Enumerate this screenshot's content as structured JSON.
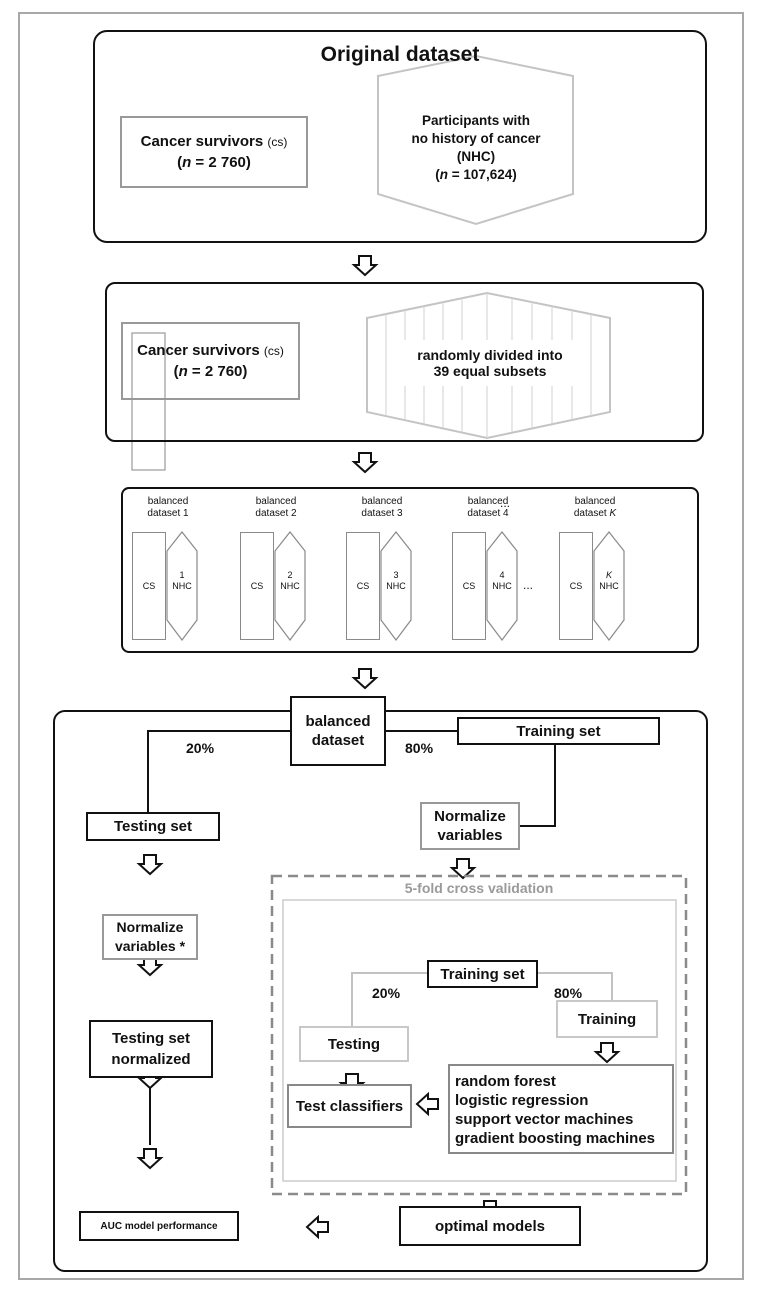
{
  "section1": {
    "title": "Original dataset",
    "cs_line1": "Cancer survivors",
    "cs_abbr": "(cs)",
    "cs_n_prefix": "(",
    "cs_n_var": "n",
    "cs_n_value": " = 2 760)",
    "nhc_line1": "Participants with",
    "nhc_line2": "no history of cancer",
    "nhc_line3": "(NHC)",
    "nhc_n_prefix": "(",
    "nhc_n_var": "n",
    "nhc_n_value": " = 107,624)"
  },
  "section2": {
    "cs_line1": "Cancer survivors",
    "cs_abbr": "(cs)",
    "cs_n_prefix": "(",
    "cs_n_var": "n",
    "cs_n_value": " = 2 760)",
    "subsets_line1": "randomly divided into",
    "subsets_line2": "39 equal subsets"
  },
  "section3": {
    "datasets": [
      {
        "label1": "balanced",
        "label2": "dataset 1",
        "cs": "CS",
        "idx": "1",
        "nhc": "NHC"
      },
      {
        "label1": "balanced",
        "label2": "dataset 2",
        "cs": "CS",
        "idx": "2",
        "nhc": "NHC"
      },
      {
        "label1": "balanced",
        "label2": "dataset 3",
        "cs": "CS",
        "idx": "3",
        "nhc": "NHC"
      },
      {
        "label1": "balanced",
        "label2": "dataset 4",
        "cs": "CS",
        "idx": "4",
        "nhc": "NHC"
      },
      {
        "label1": "balanced",
        "label2": "dataset",
        "label2_var": "K",
        "cs": "CS",
        "idx": "K",
        "nhc": "NHC"
      }
    ],
    "ellipsis": "..."
  },
  "section4": {
    "balanced_line1": "balanced",
    "balanced_line2": "dataset",
    "pct_20": "20%",
    "pct_80": "80%",
    "training_set": "Training set",
    "testing_set": "Testing set",
    "normalize_line1": "Normalize",
    "normalize_line2": "variables",
    "normalize_star_line1": "Normalize",
    "normalize_star_line2": "variables *",
    "testing_norm_line1": "Testing set",
    "testing_norm_line2": "normalized",
    "auc": "AUC model performance",
    "optimal": "optimal models",
    "cv": {
      "title": "5-fold cross validation",
      "training_set": "Training set",
      "pct_20": "20%",
      "pct_80": "80%",
      "testing": "Testing",
      "training": "Training",
      "test_classifiers": "Test classifiers",
      "classifiers": [
        "random forest",
        "logistic regression",
        "support vector machines",
        "gradient boosting machines"
      ]
    }
  }
}
